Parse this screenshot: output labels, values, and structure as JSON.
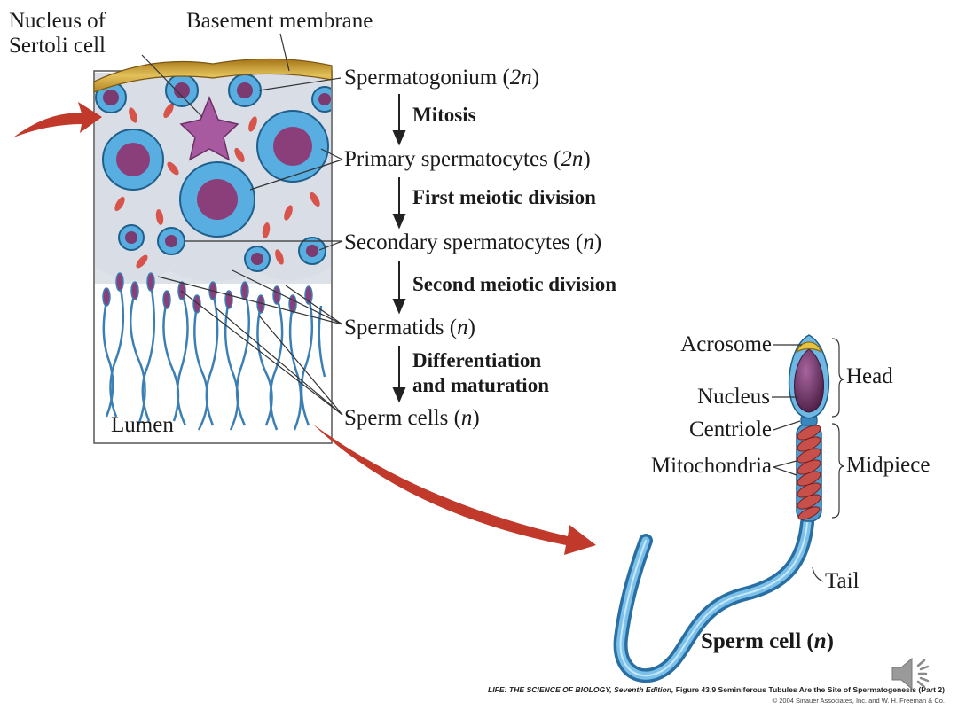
{
  "diagram": {
    "nucleus_sertoli": [
      "Nucleus of",
      "Sertoli cell"
    ],
    "basement_membrane": "Basement membrane",
    "lumen": "Lumen",
    "stages": [
      {
        "name": "Spermatogonium (",
        "ploidy": "2n",
        "close": ")"
      },
      {
        "name": "Primary spermatocytes (",
        "ploidy": "2n",
        "close": ")"
      },
      {
        "name": "Secondary spermatocytes (",
        "ploidy": "n",
        "close": ")"
      },
      {
        "name": "Spermatids (",
        "ploidy": "n",
        "close": ")"
      },
      {
        "name": "Sperm cells (",
        "ploidy": "n",
        "close": ")"
      }
    ],
    "processes": [
      "Mitosis",
      "First meiotic division",
      "Second meiotic division",
      "Differentiation",
      "and maturation"
    ]
  },
  "sperm": {
    "parts": [
      "Acrosome",
      "Nucleus",
      "Centriole",
      "Mitochondria",
      "Tail"
    ],
    "regions": [
      "Head",
      "Midpiece"
    ],
    "caption": "Sperm cell (",
    "caption_ploidy": "n",
    "caption_close": ")"
  },
  "footer": {
    "citation_italic": "LIFE: THE SCIENCE OF BIOLOGY,",
    "citation_edition": " Seventh Edition,",
    "citation_rest": " Figure 43.9 Seminiferous Tubules Are the Site of Spermatogenesis (Part 2)",
    "copyright": "© 2004 Sinauer Associates, Inc. and W. H. Freeman & Co."
  },
  "audio": {
    "icon": "speaker-icon"
  },
  "colors": {
    "arrow": "#c0392b",
    "cell_blue": "#4aa3d8",
    "nucleus_purple": "#8b3f7a",
    "membrane": "#c9a03a",
    "tissue": "#dfe3ea"
  }
}
